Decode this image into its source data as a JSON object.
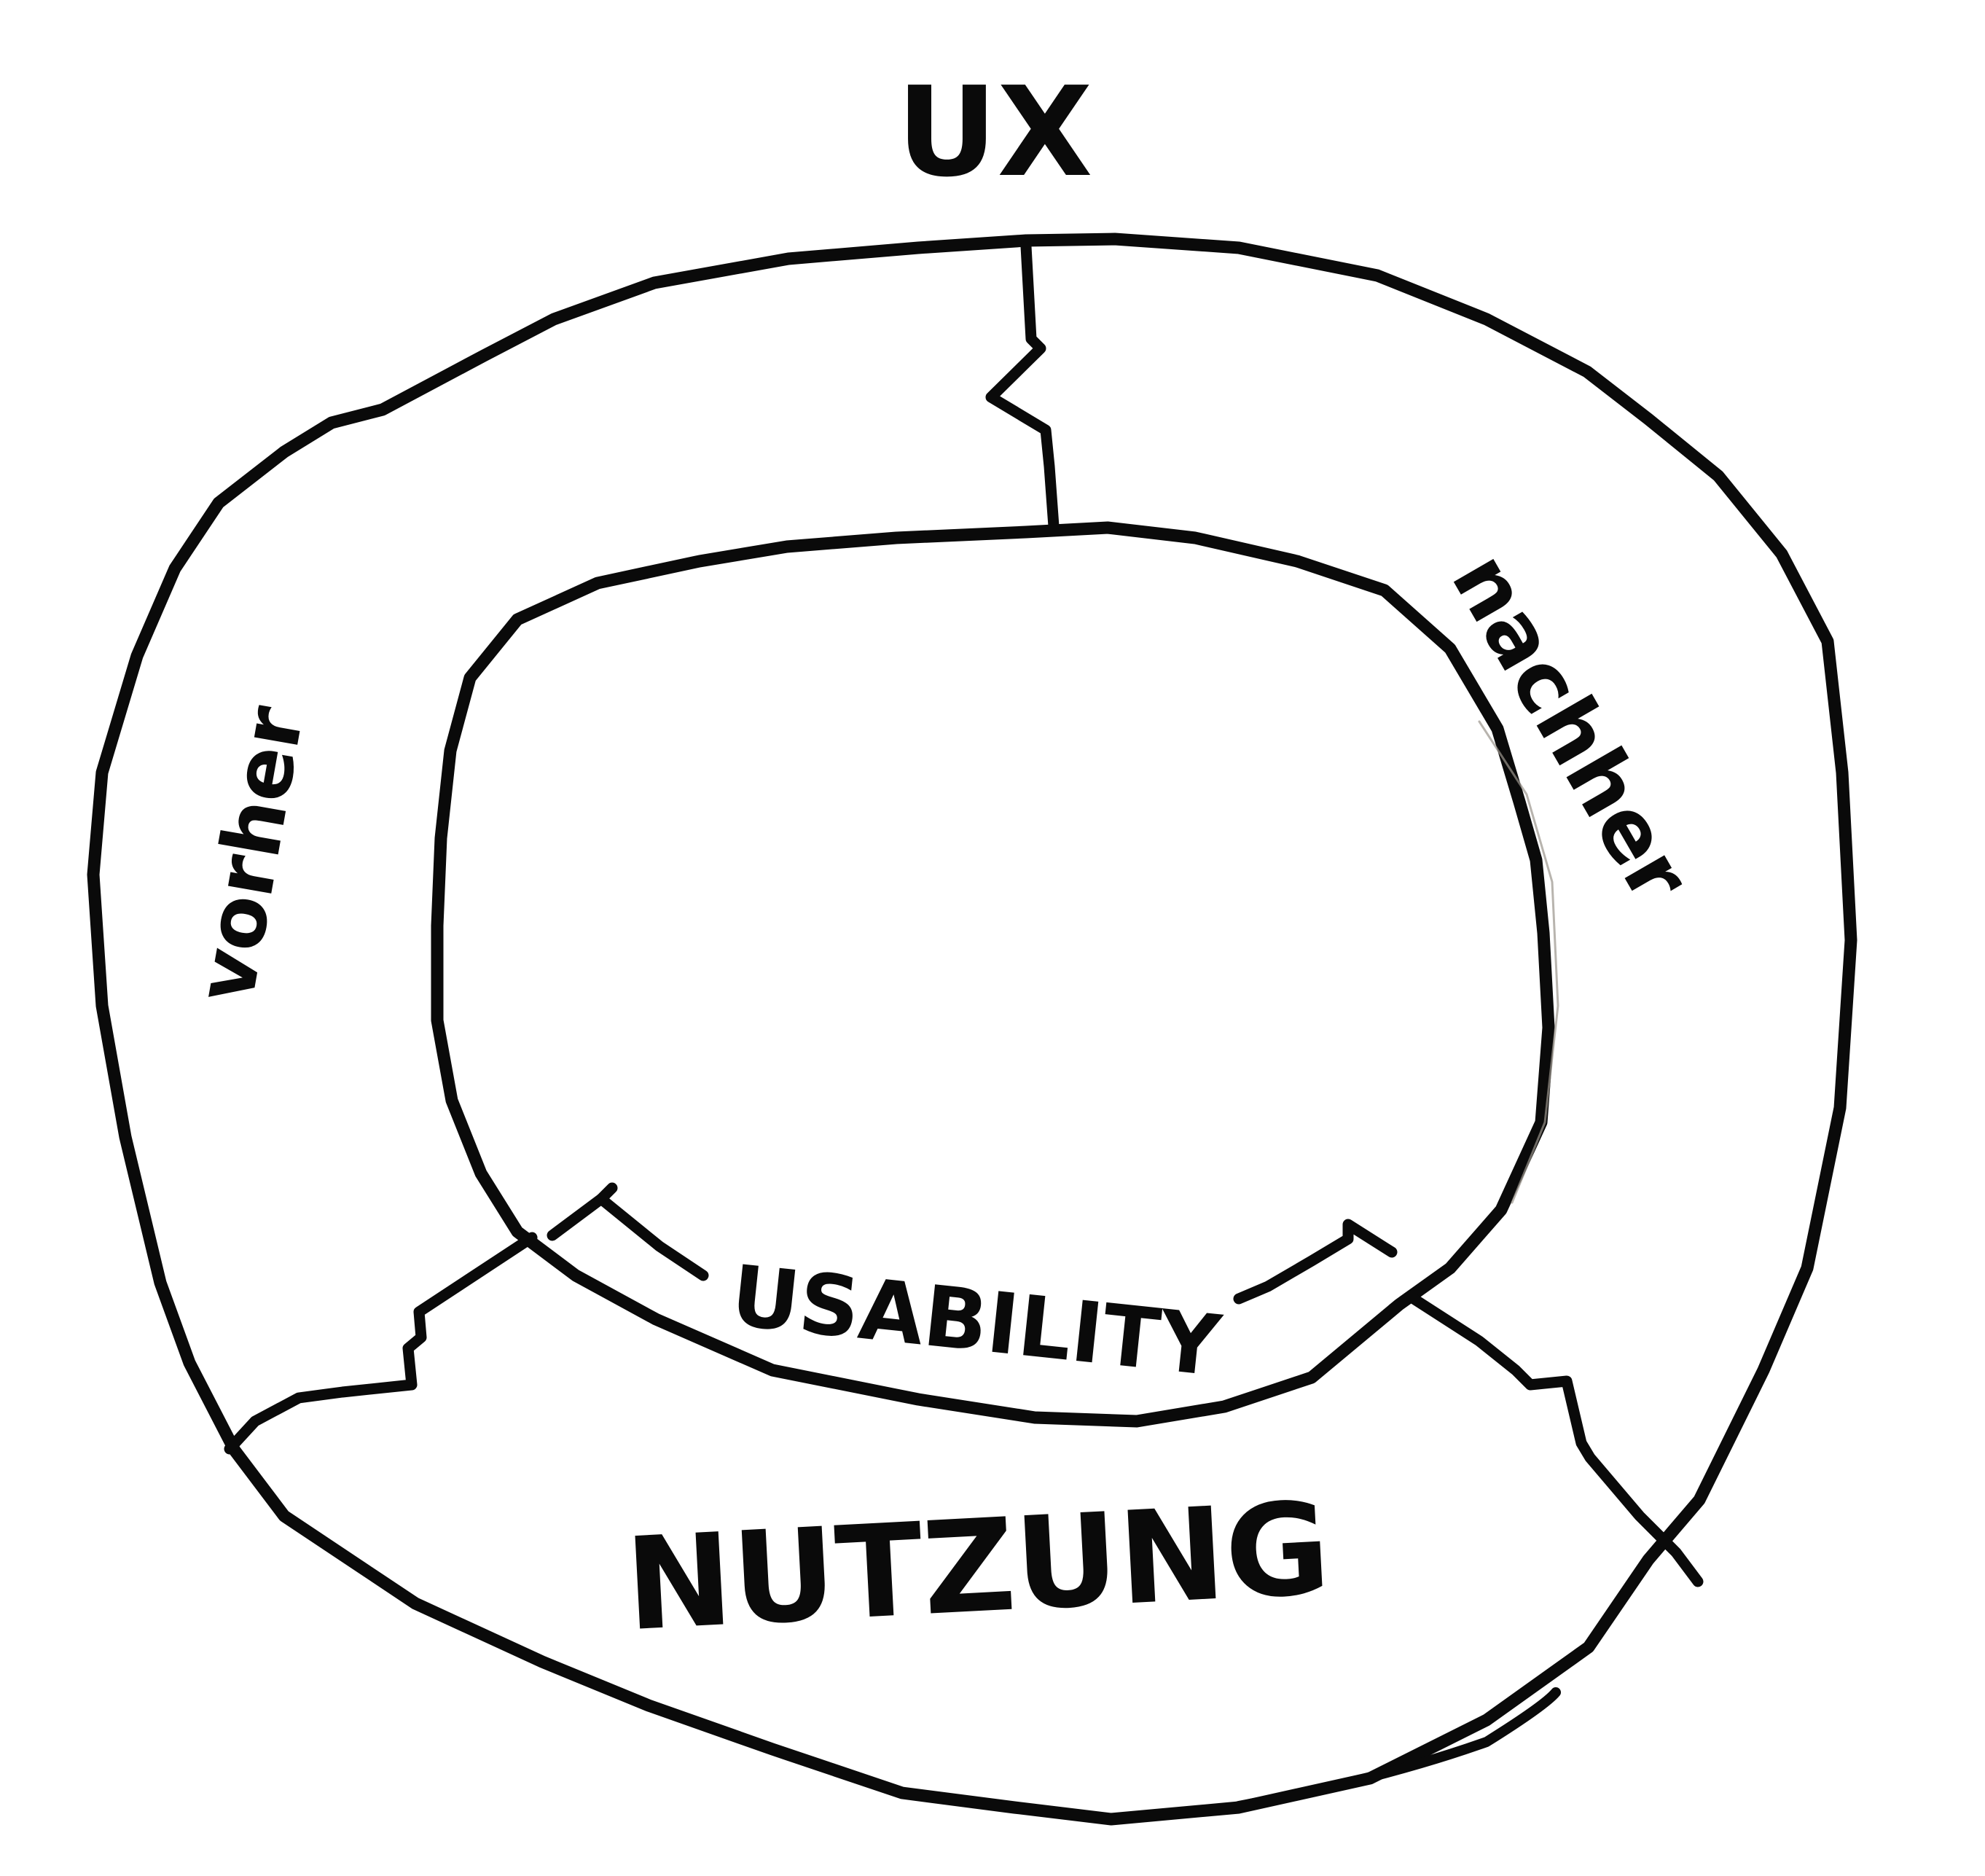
{
  "diagram": {
    "title": "UX",
    "labels": {
      "before": "vorher",
      "after": "nachher",
      "usage": "NUTZUNG",
      "usability": "USABILITY"
    },
    "colors": {
      "ink": "#0a0a0a",
      "background": "#ffffff",
      "faint_shadow": "#9a948c"
    }
  }
}
